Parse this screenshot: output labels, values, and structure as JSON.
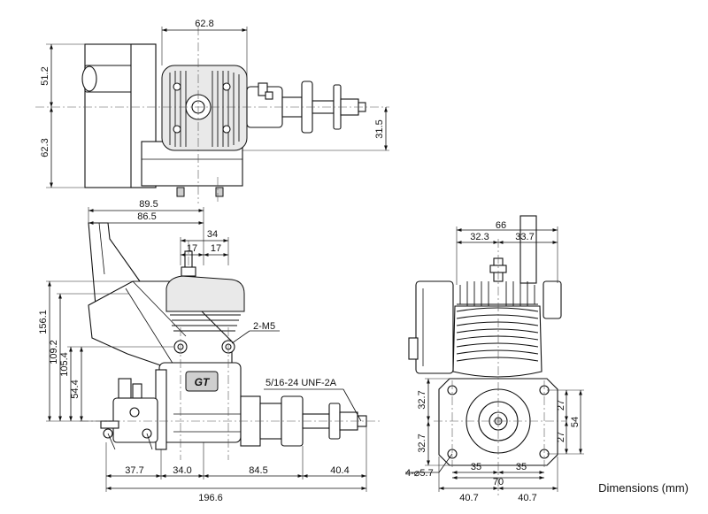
{
  "top_view": {
    "dims": {
      "width_62_8": "62.8",
      "height_51_2": "51.2",
      "height_62_3": "62.3",
      "offset_31_5": "31.5"
    }
  },
  "side_view": {
    "dims": {
      "len_89_5": "89.5",
      "len_86_5": "86.5",
      "len_34": "34",
      "len_17a": "17",
      "len_17b": "17",
      "h_156_1": "156.1",
      "h_109_2": "109.2",
      "h_105_4": "105.4",
      "h_54_4": "54.4",
      "seg_37_7": "37.7",
      "seg_34_0": "34.0",
      "seg_84_5": "84.5",
      "seg_40_4": "40.4",
      "total_196_6": "196.6"
    },
    "callouts": {
      "mount_holes": "2-M5",
      "thread": "5/16-24 UNF-2A"
    },
    "logo": "GT"
  },
  "front_view": {
    "dims": {
      "w_66": "66",
      "w_32_3": "32.3",
      "w_33_7": "33.7",
      "v_32_7a": "32.7",
      "v_32_7b": "32.7",
      "v_27a": "27",
      "v_27b": "27",
      "v_54": "54",
      "w_35a": "35",
      "w_35b": "35",
      "w_70": "70",
      "w_40_7a": "40.7",
      "w_40_7b": "40.7"
    },
    "callouts": {
      "holes": "4-⌀5.7"
    }
  },
  "caption": "Dimensions (mm)"
}
